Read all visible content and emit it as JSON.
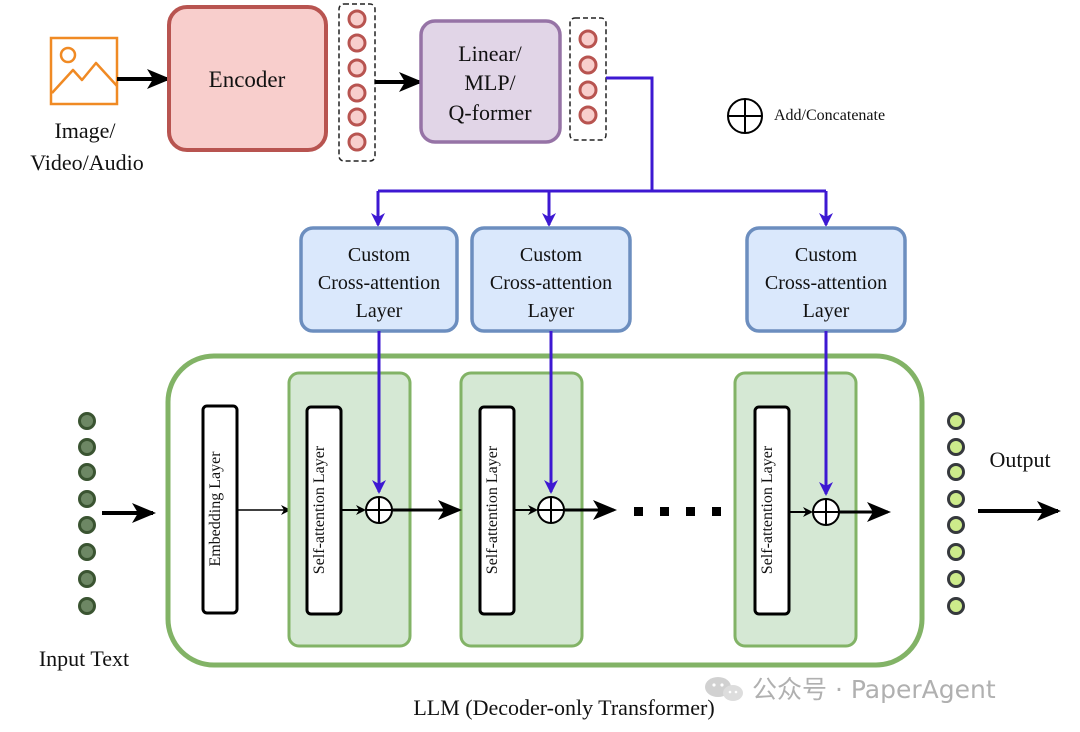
{
  "input_media_label": [
    "Image/",
    "Video/Audio"
  ],
  "encoder_label": "Encoder",
  "projector_label": [
    "Linear/",
    "MLP/",
    "Q-former"
  ],
  "legend_label": "Add/Concatenate",
  "cross_attention_label": [
    "Custom",
    "Cross-attention",
    "Layer"
  ],
  "embedding_label": "Embedding Layer",
  "self_attention_label": "Self-attention Layer",
  "input_text_label": "Input Text",
  "output_label": "Output",
  "llm_label": "LLM (Decoder-only Transformer)",
  "watermark_label": "公众号 · PaperAgent",
  "colors": {
    "encoder_fill": "#f8cecc",
    "encoder_stroke": "#b85450",
    "projector_fill": "#e1d5e7",
    "projector_stroke": "#9673a6",
    "cross_fill": "#dae8fc",
    "cross_stroke": "#6c8ebf",
    "llm_stroke": "#82b366",
    "block_fill": "#d5e8d4",
    "token_fill": "#f8cecc",
    "token_stroke": "#b85450",
    "input_token_fill": "#6d8764",
    "input_token_stroke": "#3a5431",
    "output_token_fill": "#cdeb8b",
    "output_token_stroke": "#36393d",
    "connector": "#3d18d2",
    "image_icon": "#f08a24"
  }
}
